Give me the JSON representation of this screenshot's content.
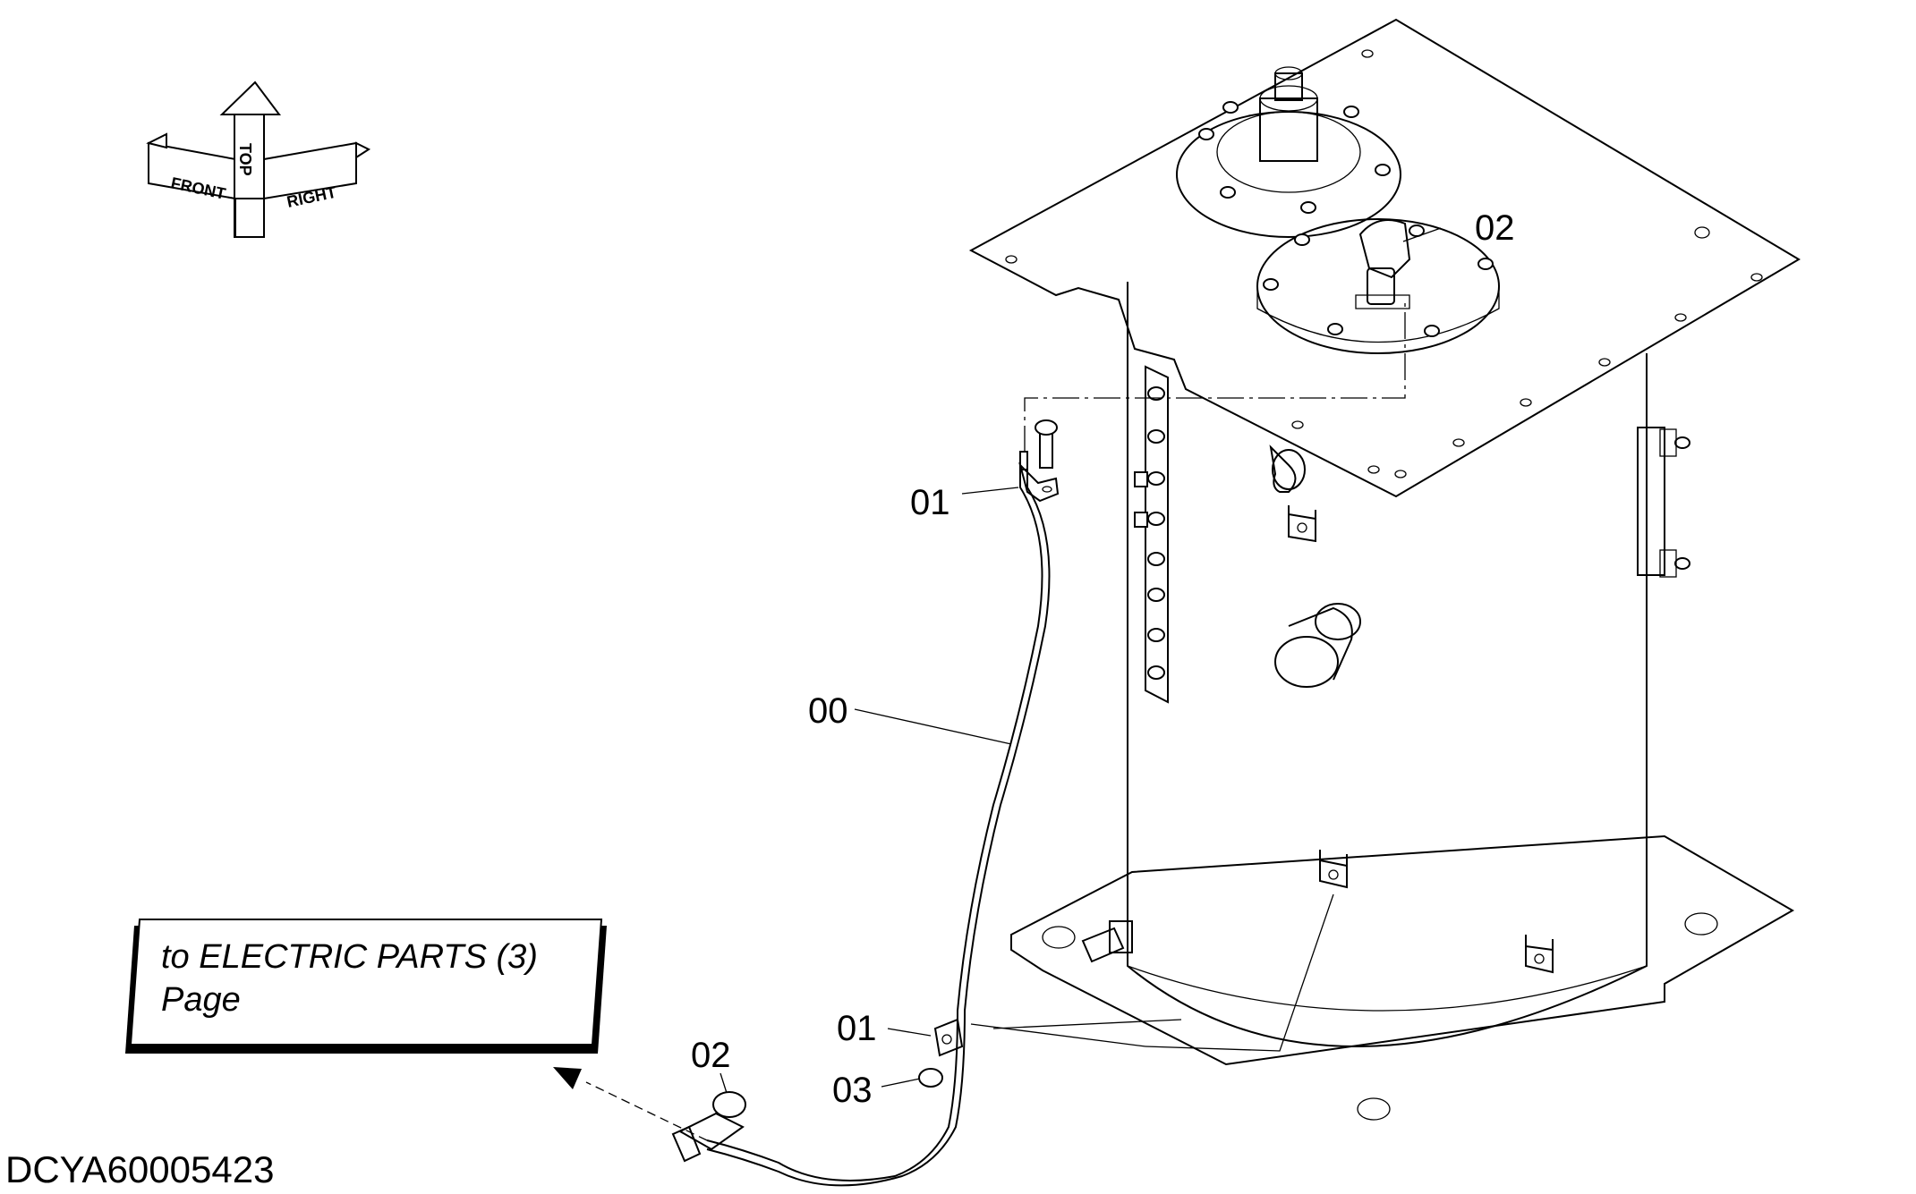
{
  "orientation": {
    "front": "FRONT",
    "top": "TOP",
    "right": "RIGHT"
  },
  "callouts": {
    "c00": "00",
    "c01_upper": "01",
    "c01_lower": "01",
    "c02_top": "02",
    "c02_bottom": "02",
    "c03": "03"
  },
  "reference_box": {
    "line1": "to ELECTRIC PARTS (3)",
    "line2": "Page"
  },
  "drawing_id": "DCYA60005423"
}
